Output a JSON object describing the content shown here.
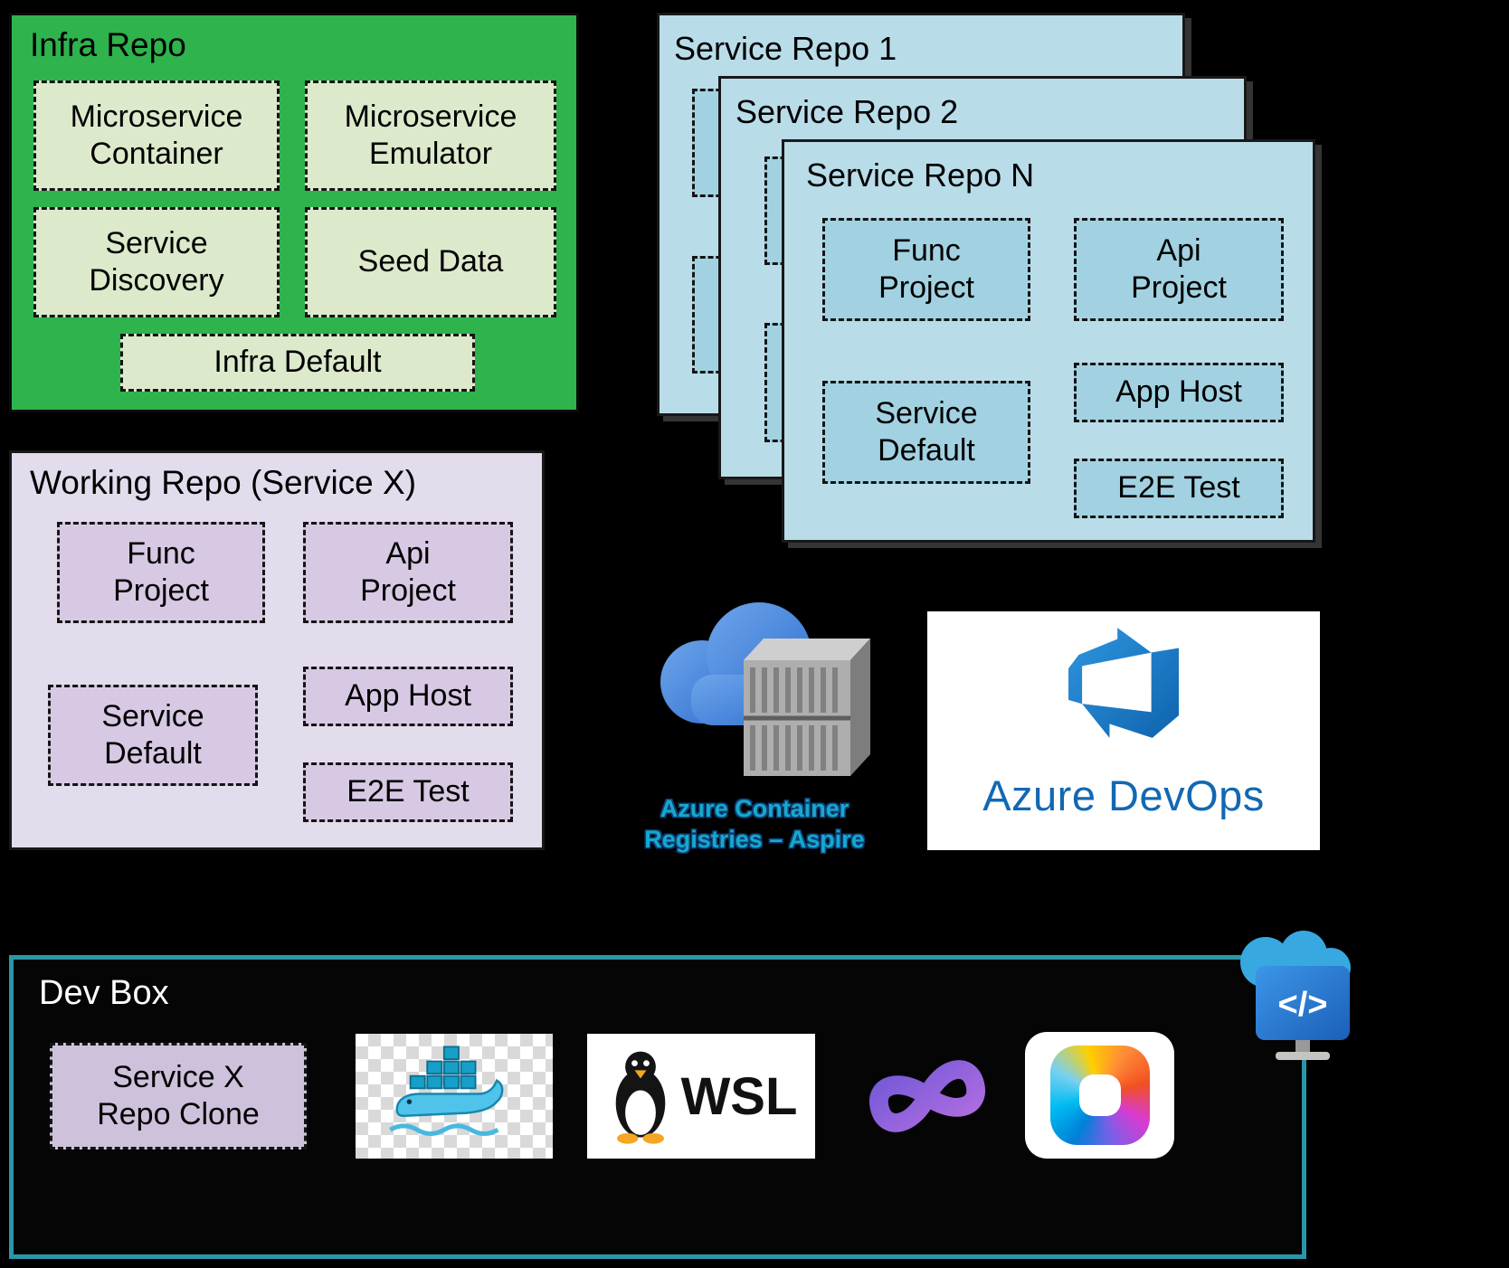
{
  "infra_repo": {
    "title": "Infra Repo",
    "items": {
      "microservice_container": "Microservice\nContainer",
      "microservice_emulator": "Microservice\nEmulator",
      "service_discovery": "Service\nDiscovery",
      "seed_data": "Seed Data",
      "infra_default": "Infra Default"
    }
  },
  "service_repos": {
    "repo_1_title": "Service Repo 1",
    "repo_2_title": "Service Repo 2",
    "repo_n_title": "Service Repo N",
    "repo_n_items": {
      "func_project": "Func\nProject",
      "api_project": "Api\nProject",
      "service_default": "Service\nDefault",
      "app_host": "App Host",
      "e2e_test": "E2E Test"
    }
  },
  "working_repo": {
    "title": "Working Repo (Service X)",
    "items": {
      "func_project": "Func\nProject",
      "api_project": "Api\nProject",
      "service_default": "Service\nDefault",
      "app_host": "App Host",
      "e2e_test": "E2E Test"
    }
  },
  "acr": {
    "label": "Azure Container\nRegistries – Aspire"
  },
  "azure_devops": {
    "label": "Azure DevOps"
  },
  "dev_box": {
    "title": "Dev Box",
    "repo_clone": "Service X\nRepo Clone",
    "wsl_label": "WSL",
    "code_glyph": "</>"
  },
  "colors": {
    "background": "#000000",
    "infra_panel": "#2eb34d",
    "infra_item": "#dde9cb",
    "service_panel": "#b9dce9",
    "service_item": "#a2d2e2",
    "working_panel": "#e3dcec",
    "working_item": "#d7c9e3",
    "devbox_border": "#2b96a8",
    "devops_blue": "#1268b3",
    "acr_label_teal": "#15a9cd",
    "docker_blue": "#2496ed",
    "vs_purple": "#8a63d2"
  }
}
